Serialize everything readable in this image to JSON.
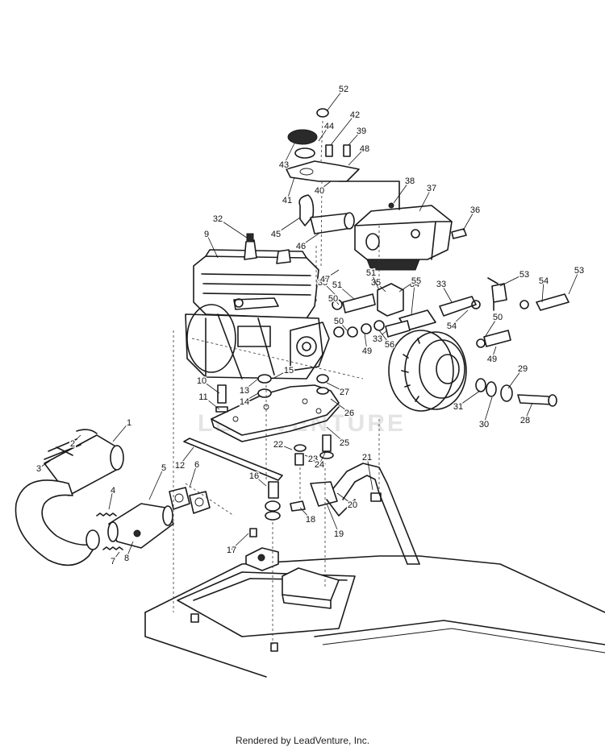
{
  "watermark": "LEADVENTURE",
  "footer": "Rendered by LeadVenture, Inc.",
  "callouts": [
    "1",
    "2",
    "3",
    "4",
    "5",
    "6",
    "7",
    "8",
    "9",
    "10",
    "11",
    "12",
    "13",
    "14",
    "15",
    "16",
    "17",
    "18",
    "19",
    "20",
    "21",
    "22",
    "23",
    "24",
    "25",
    "26",
    "27",
    "28",
    "29",
    "30",
    "31",
    "32",
    "33",
    "34",
    "35",
    "36",
    "37",
    "38",
    "39",
    "40",
    "41",
    "42",
    "43",
    "44",
    "45",
    "46",
    "47",
    "48",
    "49",
    "50",
    "51",
    "52",
    "53",
    "54",
    "55",
    "56"
  ]
}
